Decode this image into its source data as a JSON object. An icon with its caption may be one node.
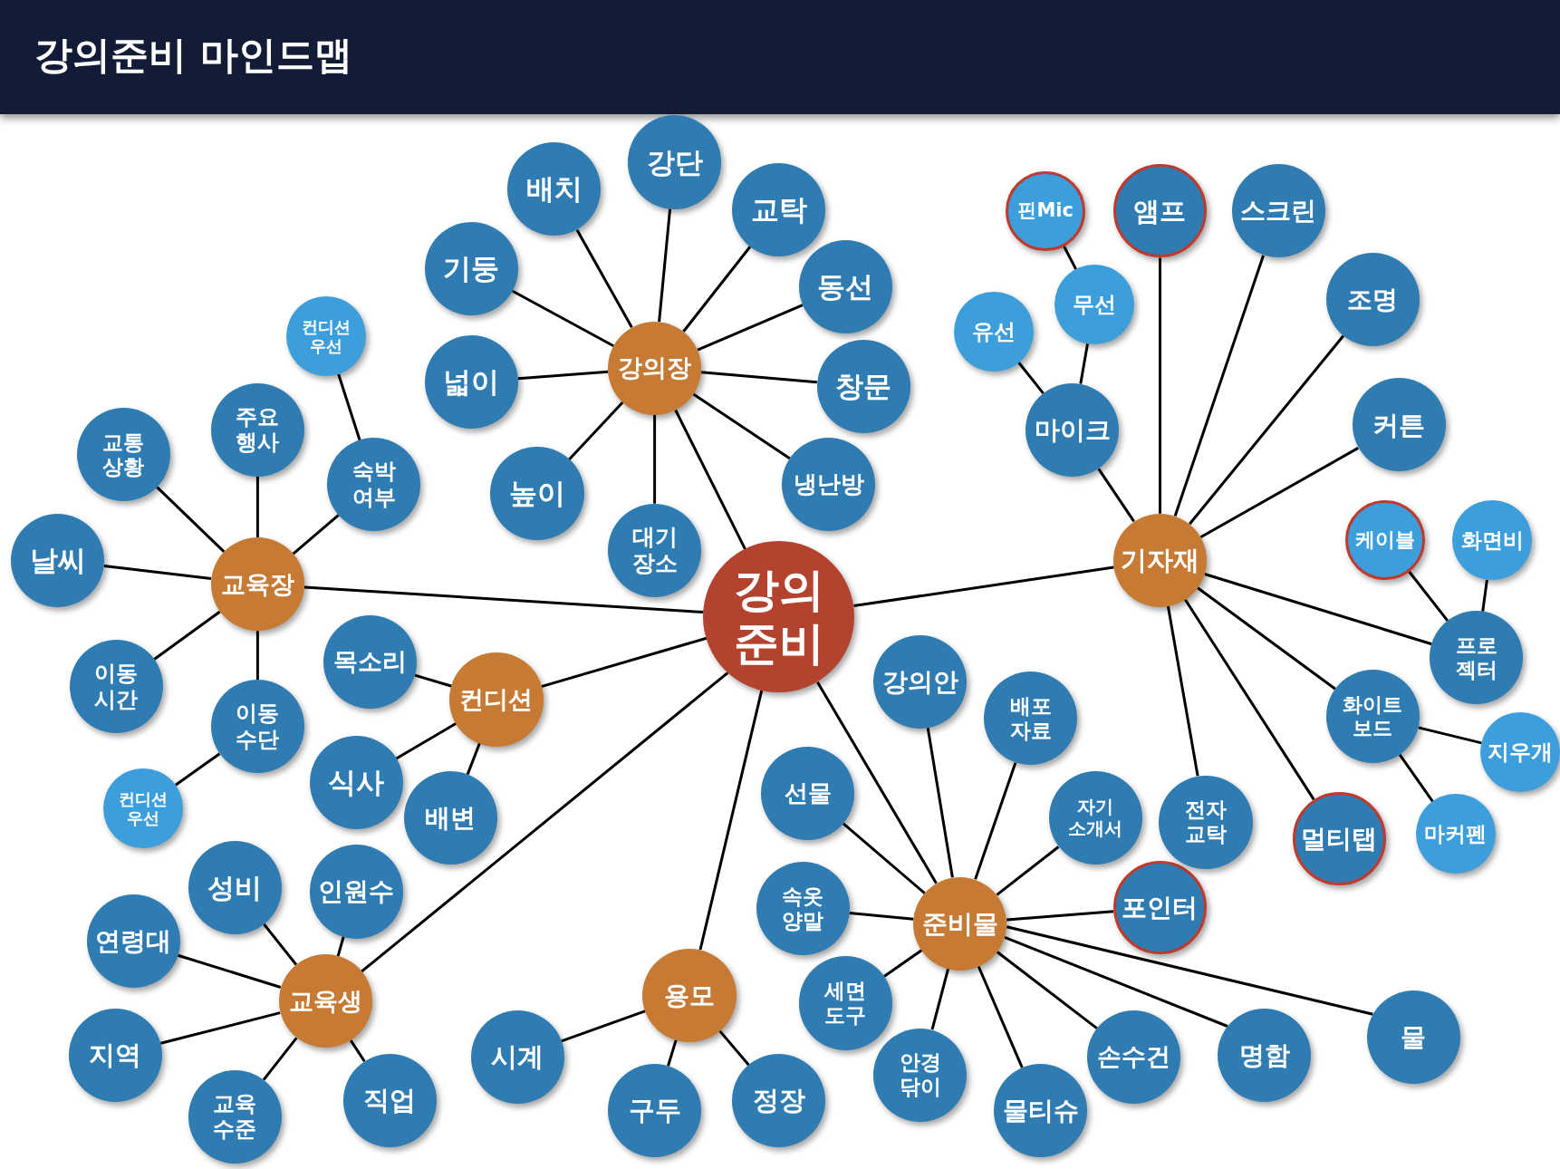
{
  "diagram": {
    "title": "강의준비 마인드맵",
    "nodes": [
      {
        "text": [
          "강의 준비"
        ]
      },
      {
        "text": [
          "강의장"
        ]
      },
      {
        "text": [
          "배치"
        ]
      },
      {
        "text": [
          "강단"
        ]
      },
      {
        "text": [
          "교탁"
        ]
      },
      {
        "text": [
          "기둥"
        ]
      },
      {
        "text": [
          "동선"
        ]
      },
      {
        "text": [
          "넓이"
        ]
      },
      {
        "text": [
          "창문"
        ]
      },
      {
        "text": [
          "높이"
        ]
      },
      {
        "text": [
          "대기 장소"
        ]
      },
      {
        "text": [
          "냉난방"
        ]
      },
      {
        "text": [
          "교육장"
        ]
      },
      {
        "text": [
          "컨디션 우선"
        ]
      },
      {
        "text": [
          "교통 상황"
        ]
      },
      {
        "text": [
          "주요 행사"
        ]
      },
      {
        "text": [
          "숙박 여부"
        ]
      },
      {
        "text": [
          "날씨"
        ]
      },
      {
        "text": [
          "이동 시간"
        ]
      },
      {
        "text": [
          "이동 수단"
        ]
      },
      {
        "text": [
          "컨디션 우선"
        ]
      },
      {
        "text": [
          "컨디션"
        ]
      },
      {
        "text": [
          "목소리"
        ]
      },
      {
        "text": [
          "식사"
        ]
      },
      {
        "text": [
          "배변"
        ]
      },
      {
        "text": [
          "교육생"
        ]
      },
      {
        "text": [
          "성비"
        ]
      },
      {
        "text": [
          "인원수"
        ]
      },
      {
        "text": [
          "연령대"
        ]
      },
      {
        "text": [
          "지역"
        ]
      },
      {
        "text": [
          "교육 수준"
        ]
      },
      {
        "text": [
          "직업"
        ]
      },
      {
        "text": [
          "용모"
        ]
      },
      {
        "text": [
          "시계"
        ]
      },
      {
        "text": [
          "구두"
        ]
      },
      {
        "text": [
          "정장"
        ]
      },
      {
        "text": [
          "준비물"
        ]
      },
      {
        "text": [
          "강의안"
        ]
      },
      {
        "text": [
          "배포 자료"
        ]
      },
      {
        "text": [
          "선물"
        ]
      },
      {
        "text": [
          "자기 소개서"
        ]
      },
      {
        "text": [
          "속옷 양말"
        ]
      },
      {
        "text": [
          "포인터"
        ]
      },
      {
        "text": [
          "세면 도구"
        ]
      },
      {
        "text": [
          "안경 닦이"
        ]
      },
      {
        "text": [
          "물티슈"
        ]
      },
      {
        "text": [
          "손수건"
        ]
      },
      {
        "text": [
          "명함"
        ]
      },
      {
        "text": [
          "물"
        ]
      },
      {
        "text": [
          "기자재"
        ]
      },
      {
        "text": [
          "핀Mic"
        ]
      },
      {
        "text": [
          "앰프"
        ]
      },
      {
        "text": [
          "스크린"
        ]
      },
      {
        "text": [
          "무선"
        ]
      },
      {
        "text": [
          "유선"
        ]
      },
      {
        "text": [
          "조명"
        ]
      },
      {
        "text": [
          "마이크"
        ]
      },
      {
        "text": [
          "커튼"
        ]
      },
      {
        "text": [
          "케이블"
        ]
      },
      {
        "text": [
          "화면비"
        ]
      },
      {
        "text": [
          "프로젝터"
        ]
      },
      {
        "text": [
          "화이트 보드"
        ]
      },
      {
        "text": [
          "지우개"
        ]
      },
      {
        "text": [
          "전자 교탁"
        ]
      },
      {
        "text": [
          "마커펜"
        ]
      },
      {
        "text": [
          "멀티탭"
        ]
      }
    ],
    "edges": [
      {
        "from": 0,
        "to": 1,
        "arrow": "none"
      },
      {
        "from": 0,
        "to": 12,
        "arrow": "none"
      },
      {
        "from": 0,
        "to": 21,
        "arrow": "none"
      },
      {
        "from": 0,
        "to": 25,
        "arrow": "none"
      },
      {
        "from": 0,
        "to": 32,
        "arrow": "none"
      },
      {
        "from": 0,
        "to": 36,
        "arrow": "none"
      },
      {
        "from": 0,
        "to": 49,
        "arrow": "none"
      },
      {
        "from": 1,
        "to": 2,
        "arrow": "none"
      },
      {
        "from": 1,
        "to": 3,
        "arrow": "none"
      },
      {
        "from": 1,
        "to": 4,
        "arrow": "none"
      },
      {
        "from": 1,
        "to": 5,
        "arrow": "none"
      },
      {
        "from": 1,
        "to": 6,
        "arrow": "none"
      },
      {
        "from": 1,
        "to": 7,
        "arrow": "none"
      },
      {
        "from": 1,
        "to": 8,
        "arrow": "none"
      },
      {
        "from": 1,
        "to": 9,
        "arrow": "none"
      },
      {
        "from": 1,
        "to": 10,
        "arrow": "none"
      },
      {
        "from": 1,
        "to": 11,
        "arrow": "none"
      },
      {
        "from": 12,
        "to": 14,
        "arrow": "none"
      },
      {
        "from": 12,
        "to": 15,
        "arrow": "none"
      },
      {
        "from": 12,
        "to": 16,
        "arrow": "none"
      },
      {
        "from": 16,
        "to": 13,
        "arrow": "none"
      },
      {
        "from": 12,
        "to": 17,
        "arrow": "none"
      },
      {
        "from": 12,
        "to": 18,
        "arrow": "none"
      },
      {
        "from": 12,
        "to": 19,
        "arrow": "none"
      },
      {
        "from": 19,
        "to": 20,
        "arrow": "none"
      },
      {
        "from": 21,
        "to": 22,
        "arrow": "none"
      },
      {
        "from": 21,
        "to": 23,
        "arrow": "none"
      },
      {
        "from": 21,
        "to": 24,
        "arrow": "none"
      },
      {
        "from": 25,
        "to": 26,
        "arrow": "none"
      },
      {
        "from": 25,
        "to": 27,
        "arrow": "none"
      },
      {
        "from": 25,
        "to": 28,
        "arrow": "none"
      },
      {
        "from": 25,
        "to": 29,
        "arrow": "none"
      },
      {
        "from": 25,
        "to": 30,
        "arrow": "none"
      },
      {
        "from": 25,
        "to": 31,
        "arrow": "none"
      },
      {
        "from": 32,
        "to": 33,
        "arrow": "none"
      },
      {
        "from": 32,
        "to": 34,
        "arrow": "none"
      },
      {
        "from": 32,
        "to": 35,
        "arrow": "none"
      },
      {
        "from": 36,
        "to": 37,
        "arrow": "none"
      },
      {
        "from": 36,
        "to": 38,
        "arrow": "none"
      },
      {
        "from": 36,
        "to": 39,
        "arrow": "none"
      },
      {
        "from": 36,
        "to": 40,
        "arrow": "none"
      },
      {
        "from": 36,
        "to": 41,
        "arrow": "none"
      },
      {
        "from": 36,
        "to": 42,
        "arrow": "none"
      },
      {
        "from": 36,
        "to": 43,
        "arrow": "none"
      },
      {
        "from": 36,
        "to": 44,
        "arrow": "none"
      },
      {
        "from": 36,
        "to": 45,
        "arrow": "none"
      },
      {
        "from": 36,
        "to": 46,
        "arrow": "none"
      },
      {
        "from": 36,
        "to": 47,
        "arrow": "none"
      },
      {
        "from": 36,
        "to": 48,
        "arrow": "none"
      },
      {
        "from": 49,
        "to": 56,
        "arrow": "none"
      },
      {
        "from": 56,
        "to": 54,
        "arrow": "none"
      },
      {
        "from": 56,
        "to": 53,
        "arrow": "none"
      },
      {
        "from": 53,
        "to": 50,
        "arrow": "none"
      },
      {
        "from": 49,
        "to": 51,
        "arrow": "none"
      },
      {
        "from": 49,
        "to": 52,
        "arrow": "none"
      },
      {
        "from": 49,
        "to": 55,
        "arrow": "none"
      },
      {
        "from": 49,
        "to": 57,
        "arrow": "none"
      },
      {
        "from": 49,
        "to": 60,
        "arrow": "none"
      },
      {
        "from": 60,
        "to": 58,
        "arrow": "none"
      },
      {
        "from": 60,
        "to": 59,
        "arrow": "none"
      },
      {
        "from": 49,
        "to": 61,
        "arrow": "none"
      },
      {
        "from": 61,
        "to": 62,
        "arrow": "none"
      },
      {
        "from": 61,
        "to": 64,
        "arrow": "none"
      },
      {
        "from": 49,
        "to": 63,
        "arrow": "none"
      },
      {
        "from": 49,
        "to": 65,
        "arrow": "none"
      }
    ]
  }
}
